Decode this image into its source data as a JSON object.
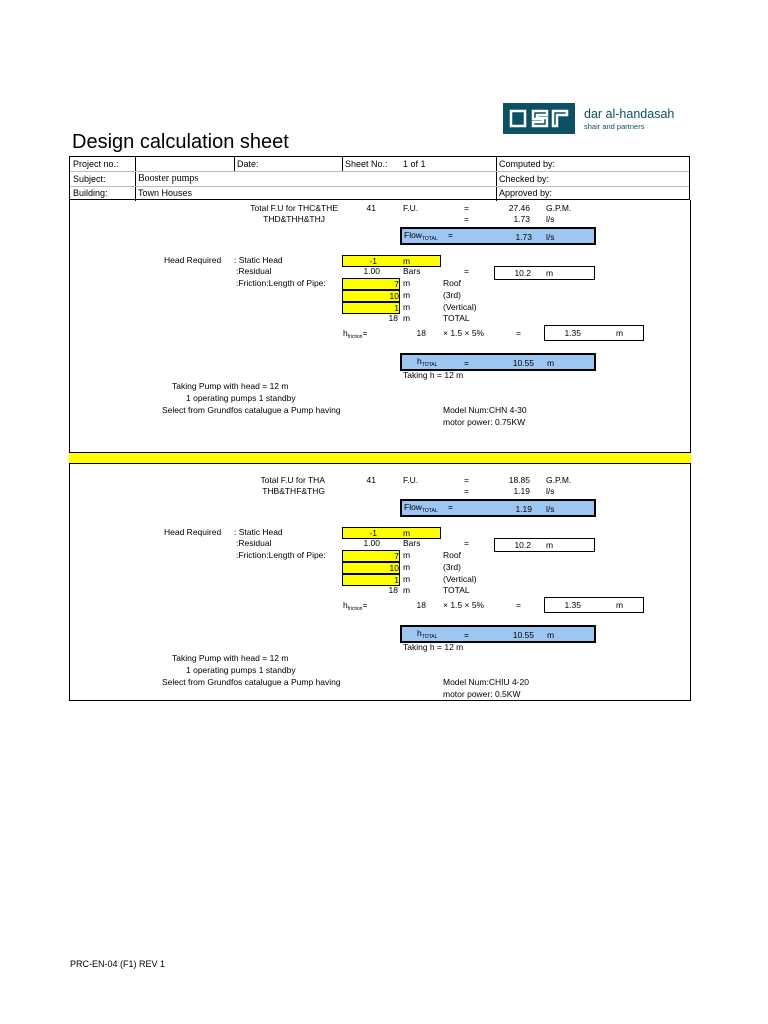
{
  "brand": {
    "name": "dar al-handasah",
    "sub": "shair and partners",
    "logo_text": "dar",
    "color": "#0b5063"
  },
  "title": "Design calculation sheet",
  "header": {
    "project_label": "Project no.:",
    "date_label": "Date:",
    "sheet_label": "Sheet No.:",
    "sheet_value": "1  of  1",
    "computed_label": "Computed by:",
    "subject_label": "Subject:",
    "subject_value": "Booster pumps",
    "checked_label": "Checked by:",
    "building_label": "Building:",
    "building_value": "Town Houses",
    "approved_label": "Approved by:"
  },
  "sections": [
    {
      "fu_label1": "Total F.U for THC&THE",
      "fu_label2": "THD&THH&THJ",
      "fu_value": "41",
      "fu_unit": "F.U.",
      "eq": "=",
      "gpm_value": "27.46",
      "gpm_unit": "G.P.M.",
      "ls_value": "1.73",
      "ls_unit": "l/s",
      "flow_label": "Flow",
      "flow_sub": "TOTAL",
      "flow_value": "1.73",
      "flow_unit": "l/s",
      "head_label": "Head Required",
      "static_label": ": Static Head",
      "static_value": "-1",
      "static_unit": "m",
      "residual_label": ":Residual",
      "residual_value": "1.00",
      "residual_unit": "Bars",
      "residual_m": "10.2",
      "residual_m_unit": "m",
      "friction_label": ":Friction:Length of Pipe:",
      "pipes": [
        {
          "v": "7",
          "u": "m",
          "d": "Roof"
        },
        {
          "v": "10",
          "u": "m",
          "d": "(3rd)"
        },
        {
          "v": "1",
          "u": "m",
          "d": "(Vertical)"
        }
      ],
      "total_len": "18",
      "total_unit": "m",
      "total_label": "TOTAL",
      "hf_label": "h",
      "hf_sub": "friction",
      "hf_len": "18",
      "hf_factor": "× 1.5 × 5%",
      "hf_value": "1.35",
      "hf_unit": "m",
      "htot_label": "h",
      "htot_sub": "TOTAL",
      "htot_value": "10.55",
      "htot_unit": "m",
      "taking_h": "Taking h = 12 m",
      "pump_head": "Taking Pump with head = 12 m",
      "pumps_op": "1 operating pumps 1 standby",
      "select": "Select from Grundfos catalugue a Pump having",
      "model": "Model Num:CHN 4-30",
      "motor": "motor power: 0.75KW"
    },
    {
      "fu_label1": "Total F.U for THA",
      "fu_label2": "THB&THF&THG",
      "fu_value": "41",
      "fu_unit": "F.U.",
      "eq": "=",
      "gpm_value": "18.85",
      "gpm_unit": "G.P.M.",
      "ls_value": "1.19",
      "ls_unit": "l/s",
      "flow_label": "Flow",
      "flow_sub": "TOTAL",
      "flow_value": "1.19",
      "flow_unit": "l/s",
      "head_label": "Head Required",
      "static_label": ": Static Head",
      "static_value": "-1",
      "static_unit": "m",
      "residual_label": ":Residual",
      "residual_value": "1.00",
      "residual_unit": "Bars",
      "residual_m": "10.2",
      "residual_m_unit": "m",
      "friction_label": ":Friction:Length of Pipe:",
      "pipes": [
        {
          "v": "7",
          "u": "m",
          "d": "Roof"
        },
        {
          "v": "10",
          "u": "m",
          "d": "(3rd)"
        },
        {
          "v": "1",
          "u": "m",
          "d": "(Vertical)"
        }
      ],
      "total_len": "18",
      "total_unit": "m",
      "total_label": "TOTAL",
      "hf_label": "h",
      "hf_sub": "friction",
      "hf_len": "18",
      "hf_factor": "× 1.5 × 5%",
      "hf_value": "1.35",
      "hf_unit": "m",
      "htot_label": "h",
      "htot_sub": "TOTAL",
      "htot_value": "10.55",
      "htot_unit": "m",
      "taking_h": "Taking h = 12 m",
      "pump_head": "Taking Pump with head = 12 m",
      "pumps_op": "1 operating pumps 1 standby",
      "select": "Select from Grundfos catalugue a Pump having",
      "model": "Model Num:CHIU 4-20",
      "motor": "motor power: 0.5KW"
    }
  ],
  "footer": "PRC-EN-04 (F1) REV 1",
  "colors": {
    "yellow": "#ffff00",
    "blue": "#9ec6f2"
  }
}
